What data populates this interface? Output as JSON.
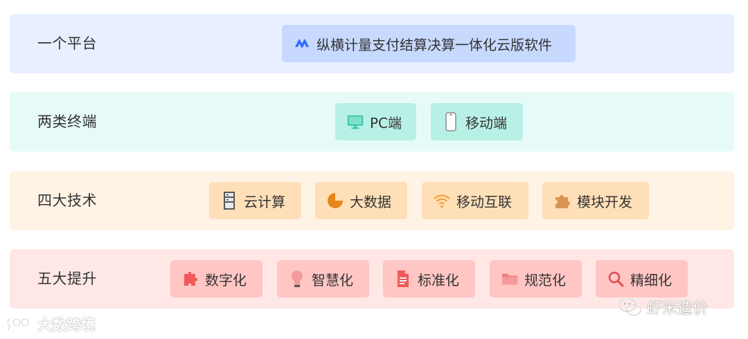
{
  "rows": [
    {
      "label": "一个平台",
      "chips": [
        {
          "text": "纵横计量支付结算决算一体化云版软件",
          "icon": "zongheng-logo-icon"
        }
      ]
    },
    {
      "label": "两类终端",
      "chips": [
        {
          "text": "PC端",
          "icon": "monitor-icon"
        },
        {
          "text": "移动端",
          "icon": "mobile-phone-icon"
        }
      ]
    },
    {
      "label": "四大技术",
      "chips": [
        {
          "text": "云计算",
          "icon": "server-icon"
        },
        {
          "text": "大数据",
          "icon": "pie-chart-icon"
        },
        {
          "text": "移动互联",
          "icon": "wifi-icon"
        },
        {
          "text": "模块开发",
          "icon": "puzzle-icon"
        }
      ]
    },
    {
      "label": "五大提升",
      "chips": [
        {
          "text": "数字化",
          "icon": "digital-puzzle-icon"
        },
        {
          "text": "智慧化",
          "icon": "lightbulb-icon"
        },
        {
          "text": "标准化",
          "icon": "document-icon"
        },
        {
          "text": "规范化",
          "icon": "folder-icon"
        },
        {
          "text": "精细化",
          "icon": "magnifier-icon"
        }
      ]
    }
  ],
  "watermarks": {
    "left": "大数跨境",
    "right": "虾米造价"
  },
  "colors": {
    "row1_bg": "#e8efff",
    "row2_bg": "#e6fbf8",
    "row3_bg": "#fff3e6",
    "row4_bg": "#ffe7e6",
    "row1_chip": "#c7d9ff",
    "row2_chip": "#b8f0e6",
    "row3_chip": "#ffdfb8",
    "row4_chip": "#ffc6c4"
  }
}
